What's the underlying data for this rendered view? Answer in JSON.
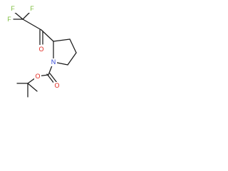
{
  "structure": {
    "atoms": {
      "f_top_left": "F",
      "f_top_right": "F",
      "f_left": "F",
      "o_ketone": "O",
      "n_ring": "N",
      "o_carbamate_carbonyl": "O",
      "o_carbamate_ester": "O"
    },
    "colors": {
      "fluorine": "#7fbf3f",
      "oxygen": "#e0241b",
      "nitrogen": "#2a3fd6",
      "bond": "#1a1a1a"
    }
  }
}
